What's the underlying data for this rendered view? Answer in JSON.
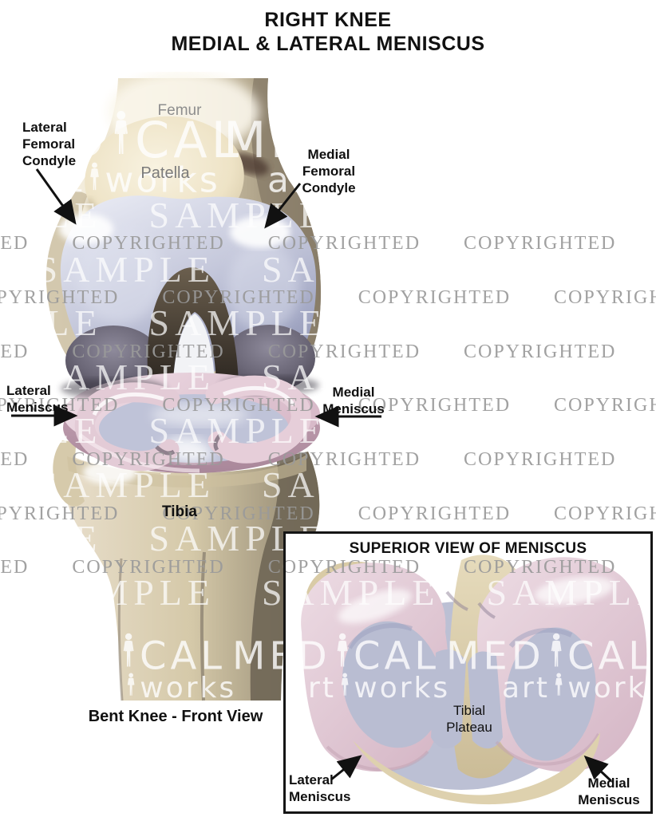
{
  "title": {
    "line1": "RIGHT KNEE",
    "line2": "MEDIAL & LATERAL MENISCUS"
  },
  "main_view": {
    "caption": "Bent Knee - Front View",
    "labels": {
      "femur": "Femur",
      "patella": "Patella",
      "lateral_femoral_condyle": "Lateral\nFemoral\nCondyle",
      "medial_femoral_condyle": "Medial\nFemoral\nCondyle",
      "lateral_meniscus": "Lateral\nMeniscus",
      "medial_meniscus": "Medial\nMeniscus",
      "tibia": "Tibia"
    }
  },
  "inset_view": {
    "title": "SUPERIOR VIEW OF MENISCUS",
    "labels": {
      "tibial_plateau": "Tibial\nPlateau",
      "lateral_meniscus": "Lateral\nMeniscus",
      "medial_meniscus": "Medial\nMeniscus"
    }
  },
  "watermark": {
    "copyright_word": "COPYRIGHTED",
    "sample_word": "SAMPLE",
    "logo_word_part1": "MED",
    "logo_word_part2": "CAL",
    "logo_sub_part1": "art",
    "logo_sub_part2": "works"
  },
  "colors": {
    "label_black": "#111111",
    "gray_label": "#8d8d8d",
    "watermark_gray": "#9a9a9a",
    "watermark_white": "#ffffff",
    "bone_light": "#f5eeda",
    "bone_tan": "#d9ceb2",
    "bone_shadow": "#857a66",
    "cartilage_light": "#e6e8f2",
    "cartilage": "#c6c9dc",
    "cartilage_deep": "#8e93b1",
    "meniscus_pink": "#e9d4dd",
    "meniscus_deep": "#c7a5b6",
    "notch_dark": "#2e2822"
  }
}
